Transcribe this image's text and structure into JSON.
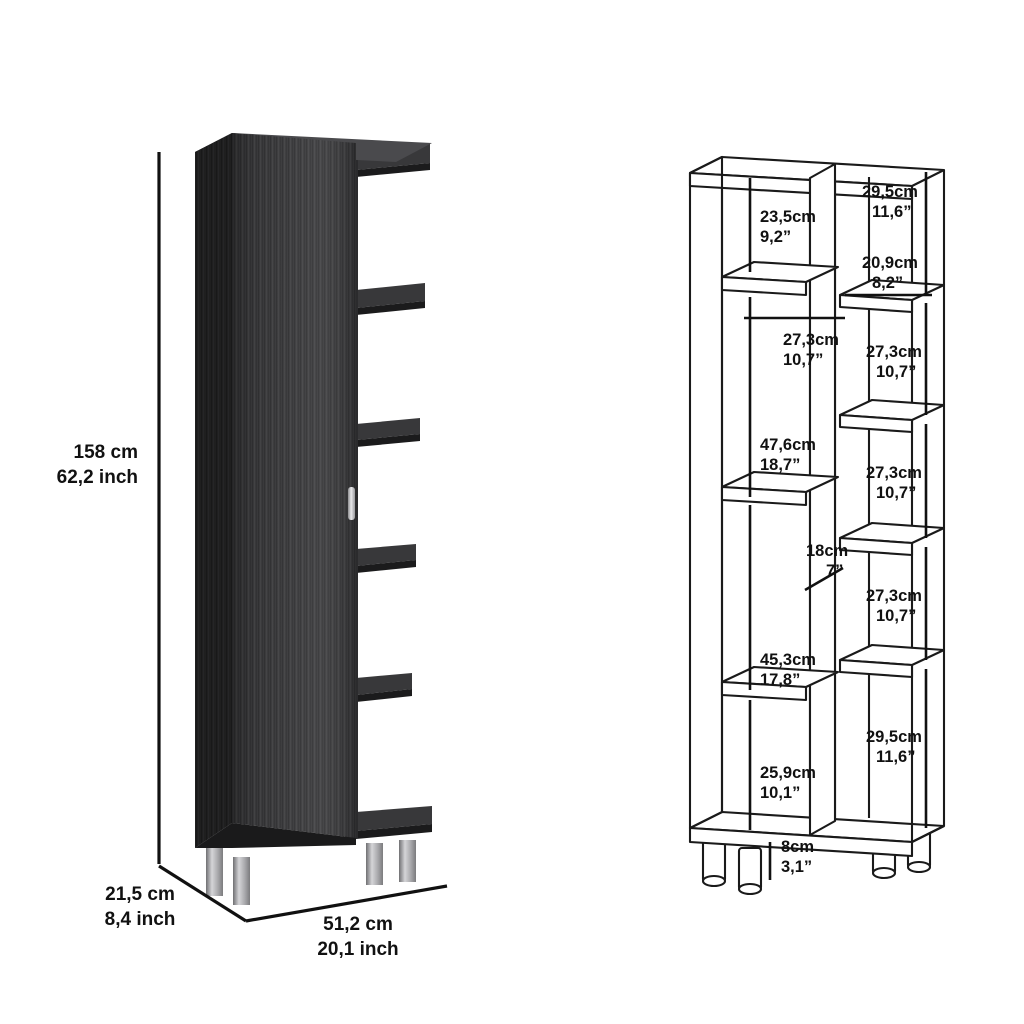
{
  "page": {
    "background_color": "#ffffff",
    "type": "product-dimension-diagram",
    "subject": "tall narrow storage cabinet with side shelves"
  },
  "colors": {
    "cabinet_front": "#3a3a3c",
    "cabinet_side": "#2a2a2b",
    "cabinet_shelf": "#303032",
    "cabinet_dark": "#202021",
    "leg_metal": "#b9b9bb",
    "handle": "#d8d8da",
    "line": "#111111",
    "wire_fill": "#ffffff",
    "wire_stroke": "#1a1a1a"
  },
  "render": {
    "name": "cabinet-photo-render",
    "legs_count": 4,
    "side_shelves_count": 5,
    "handle": "vertical-bar-handle"
  },
  "overall_dimensions": [
    {
      "id": "height",
      "name": "overall-height",
      "cm": "158 cm",
      "inch": "62,2 inch",
      "orientation": "vertical"
    },
    {
      "id": "depth",
      "name": "overall-depth",
      "cm": "21,5 cm",
      "inch": "8,4 inch",
      "orientation": "diagonal"
    },
    {
      "id": "width",
      "name": "overall-width",
      "cm": "51,2 cm",
      "inch": "20,1 inch",
      "orientation": "horizontal"
    }
  ],
  "wireframe": {
    "name": "cabinet-wireframe-diagram",
    "left_column_measurements": [
      {
        "id": "l1",
        "name": "left-compartment-1-height",
        "cm": "23,5cm",
        "inch": "9,2”"
      },
      {
        "id": "l2",
        "name": "left-compartment-width",
        "cm": "27,3cm",
        "inch": "10,7”"
      },
      {
        "id": "l3",
        "name": "left-compartment-2-height",
        "cm": "47,6cm",
        "inch": "18,7”"
      },
      {
        "id": "l4",
        "name": "left-compartment-3-height",
        "cm": "45,3cm",
        "inch": "17,8”"
      },
      {
        "id": "l5",
        "name": "left-compartment-4-height",
        "cm": "25,9cm",
        "inch": "10,1”"
      }
    ],
    "right_column_measurements": [
      {
        "id": "r1",
        "name": "right-shelf-1-height",
        "cm": "29,5cm",
        "inch": "11,6”"
      },
      {
        "id": "r2",
        "name": "right-shelf-width",
        "cm": "20,9cm",
        "inch": "8,2”"
      },
      {
        "id": "r3",
        "name": "right-shelf-2-height",
        "cm": "27,3cm",
        "inch": "10,7”"
      },
      {
        "id": "r4",
        "name": "right-shelf-3-height",
        "cm": "27,3cm",
        "inch": "10,7”"
      },
      {
        "id": "r5",
        "name": "right-shelf-4-height",
        "cm": "27,3cm",
        "inch": "10,7”"
      },
      {
        "id": "r6",
        "name": "right-shelf-5-height",
        "cm": "29,5cm",
        "inch": "11,6”"
      }
    ],
    "depth_measurement": {
      "id": "d1",
      "name": "shelf-depth",
      "cm": "18cm",
      "inch": "7”"
    },
    "leg_measurement": {
      "id": "g1",
      "name": "leg-height",
      "cm": "8cm",
      "inch": "3,1”"
    }
  }
}
